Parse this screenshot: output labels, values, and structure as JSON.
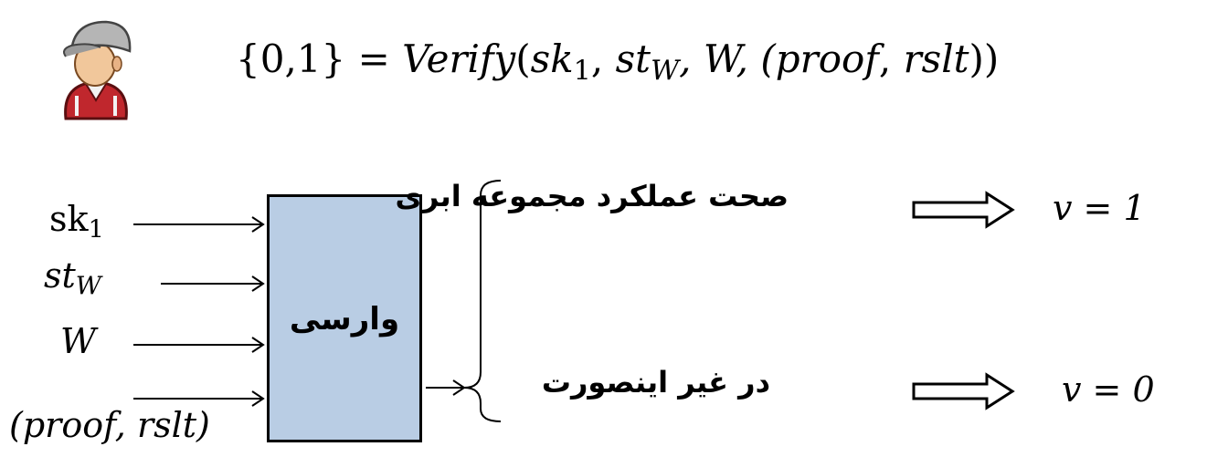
{
  "formula": {
    "lhs": "{0,1} = ",
    "fn": "Verify",
    "open": "(",
    "sk": "sk",
    "sk_sub": "1",
    "sep1": ", ",
    "st": "st",
    "st_sub": "W",
    "sep2": ", W, (",
    "proof": "proof",
    "comma": ", ",
    "rslt": "rslt",
    "close": "))"
  },
  "inputs": {
    "sk": "sk",
    "sk_sub": "1",
    "st": "st",
    "st_sub": "W",
    "w": "W",
    "proof_pair": "(proof, rslt)"
  },
  "box": {
    "label": "وارسی",
    "fill": "#b9cde4"
  },
  "outputs": {
    "valid_text": "صحت عملکرد مجموعه ابری",
    "valid_value": "v = 1",
    "else_text": "در غیر اینصورت",
    "else_value": "v = 0"
  },
  "icons": {
    "user": "user-cap-icon"
  }
}
